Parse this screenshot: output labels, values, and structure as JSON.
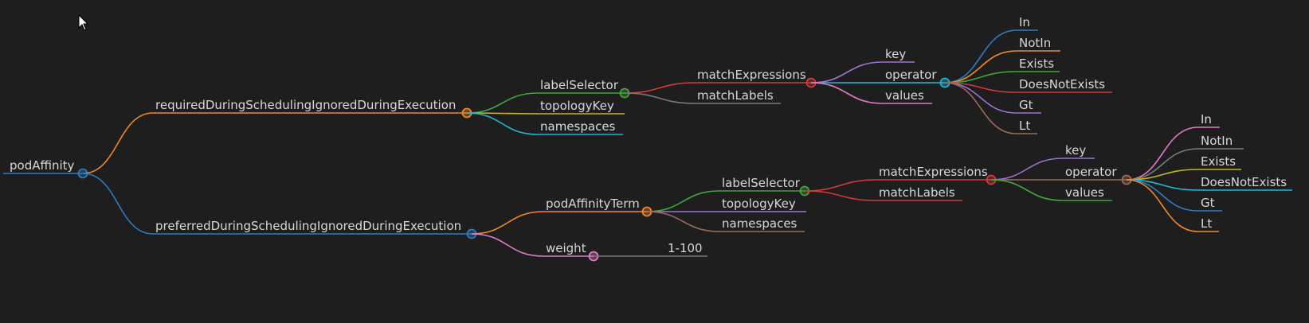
{
  "colors": {
    "background": "#1e1e1e",
    "text": "#d8d8d8",
    "blue": "#2e7cc4",
    "orange": "#f08a24",
    "green": "#3ea63a",
    "yellow": "#c3b61e",
    "cyan": "#1fb8d4",
    "red": "#d33a3a",
    "gray": "#7a7a7a",
    "purple": "#9b73d2",
    "pink": "#e27ac8",
    "brown": "#9c6a5a"
  },
  "mindmap": {
    "root": "podAffinity",
    "required": {
      "label": "requiredDuringSchedulingIgnoredDuringExecution",
      "labelSelector": "labelSelector",
      "topologyKey": "topologyKey",
      "namespaces": "namespaces",
      "matchExpressions": "matchExpressions",
      "matchLabels": "matchLabels",
      "key": "key",
      "operator": "operator",
      "values": "values",
      "operators": [
        "In",
        "NotIn",
        "Exists",
        "DoesNotExists",
        "Gt",
        "Lt"
      ]
    },
    "preferred": {
      "label": "preferredDuringSchedulingIgnoredDuringExecution",
      "podAffinityTerm": "podAffinityTerm",
      "weight": "weight",
      "weightRange": "1-100",
      "labelSelector": "labelSelector",
      "topologyKey": "topologyKey",
      "namespaces": "namespaces",
      "matchExpressions": "matchExpressions",
      "matchLabels": "matchLabels",
      "key": "key",
      "operator": "operator",
      "values": "values",
      "operators": [
        "In",
        "NotIn",
        "Exists",
        "DoesNotExists",
        "Gt",
        "Lt"
      ]
    }
  }
}
